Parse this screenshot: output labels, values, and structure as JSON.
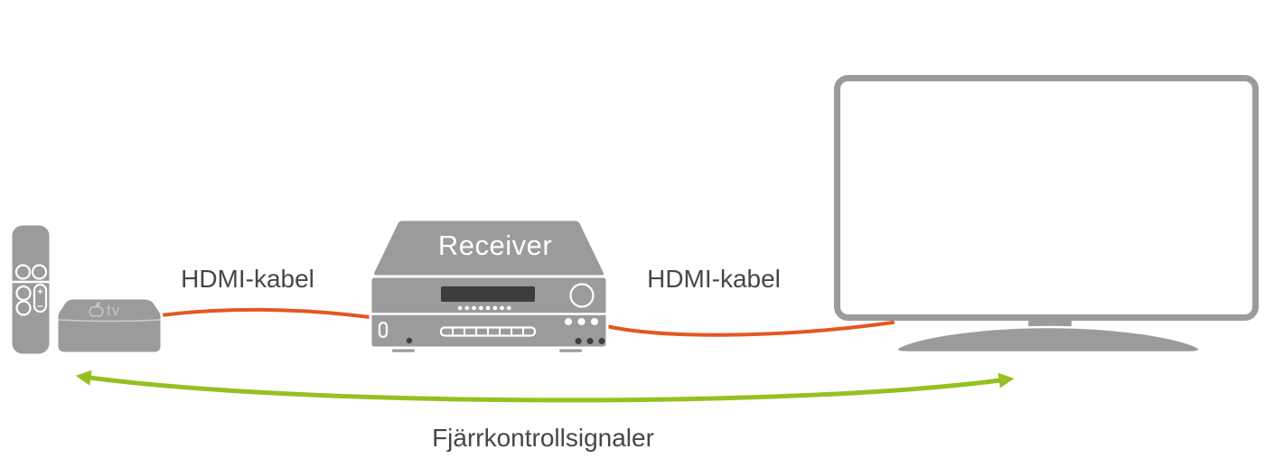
{
  "diagram": {
    "labels": {
      "hdmi_left": "HDMI-kabel",
      "hdmi_right": "HDMI-kabel",
      "remote_signals": "Fjärrkontrollsignaler"
    },
    "receiver": {
      "title": "Receiver"
    },
    "apple_tv": {
      "logo_text": "tv"
    },
    "remote": {
      "volume_plus": "+",
      "volume_minus": "−"
    },
    "colors": {
      "hdmi_cable": "#e3581e",
      "signal_arrow": "#94c120",
      "device_gray": "#9b9b9b",
      "device_dark": "#3d3d3d",
      "label_text": "#474747",
      "logo_gray": "#c6c6c6"
    }
  }
}
